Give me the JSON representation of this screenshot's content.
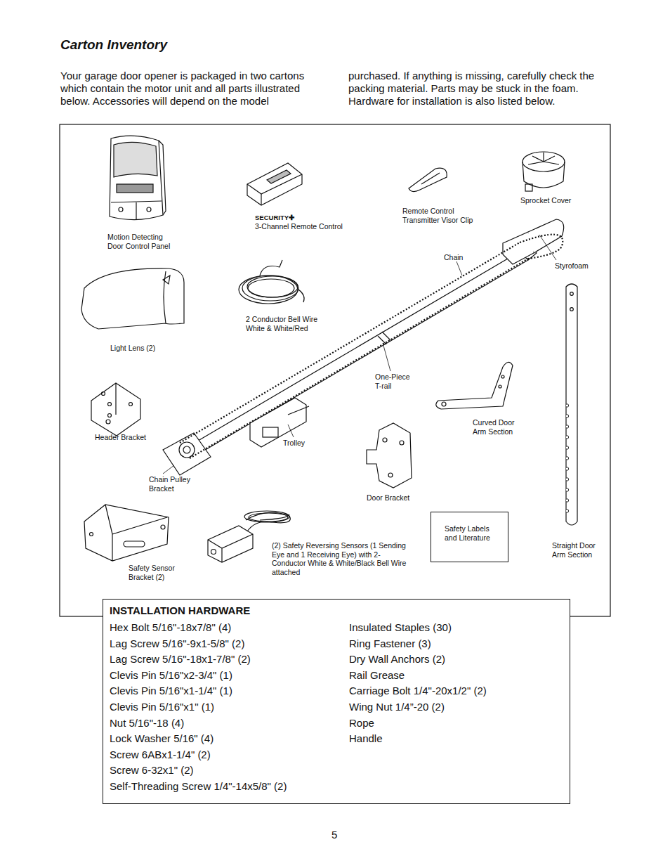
{
  "diagram": {
    "title": "Carton Inventory",
    "nodes": [
      {
        "text": [
          "Safety Labels and Literature"
        ]
      },
      {
        "text": [
          "INSTALLATION HARDWARE",
          "Hex Bolt 5/16\"-18x7/8\" (4)",
          "Lag Screw 5/16\"-9x1-5/8\" (2)",
          "Lag Screw 5/16\"-18x1-7/8\" (2)",
          "Clevis Pin 5/16\"x2-3/4\" (1)",
          "Clevis Pin 5/16\"x1-1/4\" (1)",
          "Clevis Pin 5/16\"x1\" (1)",
          "Nut 5/16\"-18 (4)",
          "Lock Washer 5/16\" (4)",
          "Screw 6ABx1-1/4\" (2)",
          "Screw 6-32x1\" (2)",
          "Self-Threading Screw 1/4\"-14x5/8\" (2)",
          "Insulated Staples (30)",
          "Ring Fastener (3)",
          "Dry Wall Anchors (2)",
          "Rail Grease",
          "Carriage Bolt 1/4\"-20x1/2\" (2)",
          "Wing Nut 1/4”-20 (2)",
          "Rope",
          "Handle"
        ]
      }
    ],
    "labels": [
      "Your garage door opener is packaged in two cartons which contain the motor unit and all parts illustrated below. Accessories will depend on the model",
      "purchased. If anything is missing, carefully check the packing material. Parts may be stuck in the foam. Hardware for installation is also listed below.",
      "Motion Detecting Door Control Panel",
      "SECURITY✚",
      "3-Channel Remote Control",
      "Remote Control Transmitter Visor Clip",
      "Sprocket Cover",
      "Chain",
      "Styrofoam",
      "Light Lens (2)",
      "2 Conductor Bell Wire White & White/Red",
      "One-Piece T-rail",
      "Curved Door Arm Section",
      "Header Bracket",
      "Trolley",
      "Chain Pulley Bracket",
      "Door Bracket",
      "Safety Sensor Bracket (2)",
      "(2) Safety Reversing Sensors (1 Sending Eye and 1 Receiving Eye) with 2-Conductor White & White/Black Bell Wire attached",
      "Straight Door Arm Section",
      "5"
    ]
  }
}
